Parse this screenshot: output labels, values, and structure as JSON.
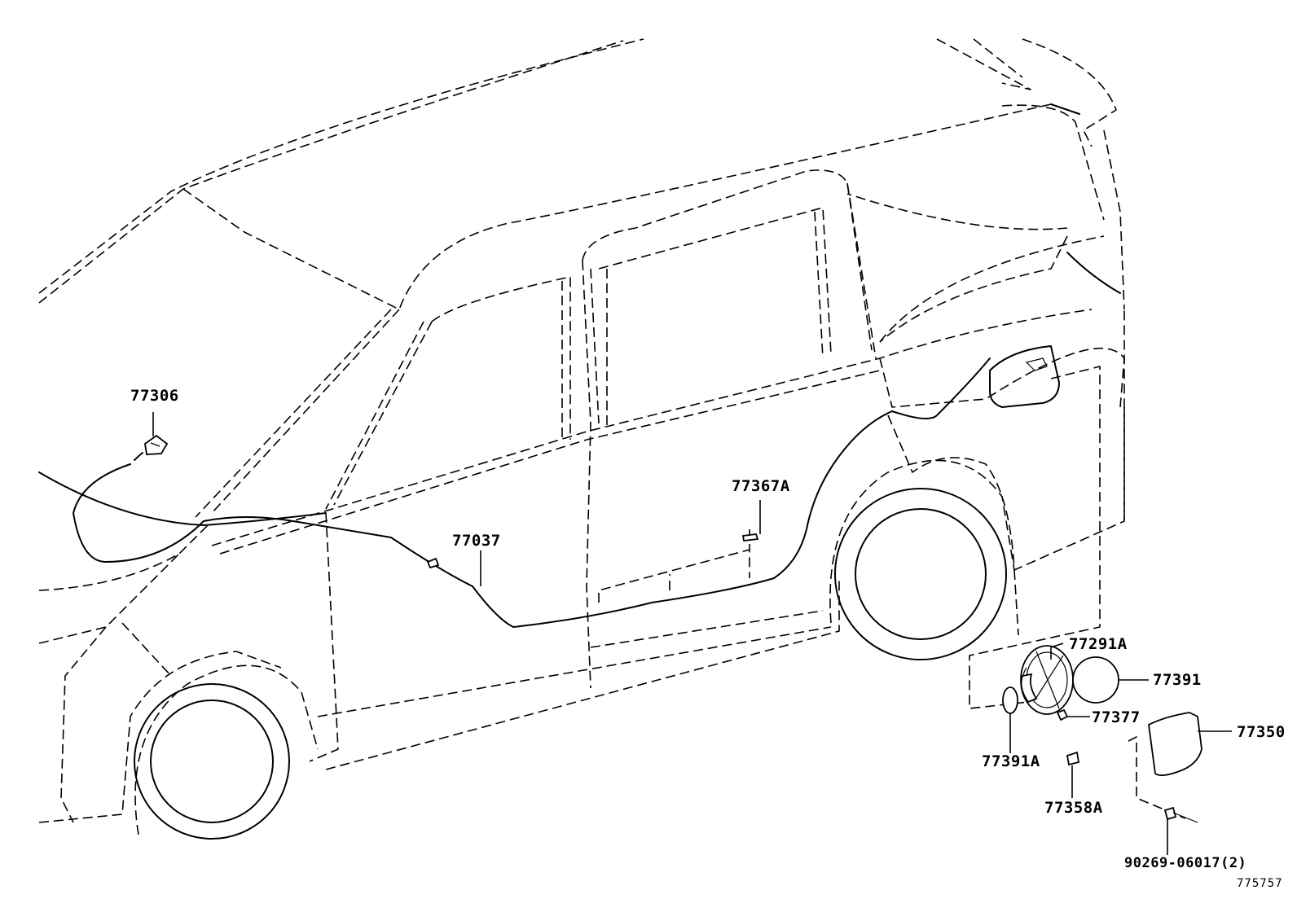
{
  "diagram_id": "775757",
  "parts": [
    {
      "key": "p77306",
      "number": "77306"
    },
    {
      "key": "p77037",
      "number": "77037"
    },
    {
      "key": "p77367A",
      "number": "77367A"
    },
    {
      "key": "p77291A",
      "number": "77291A"
    },
    {
      "key": "p77391",
      "number": "77391"
    },
    {
      "key": "p77377",
      "number": "77377"
    },
    {
      "key": "p77391A",
      "number": "77391A"
    },
    {
      "key": "p77350",
      "number": "77350"
    },
    {
      "key": "p77358A",
      "number": "77358A"
    },
    {
      "key": "p90269",
      "number": "90269-06017(2)"
    }
  ]
}
